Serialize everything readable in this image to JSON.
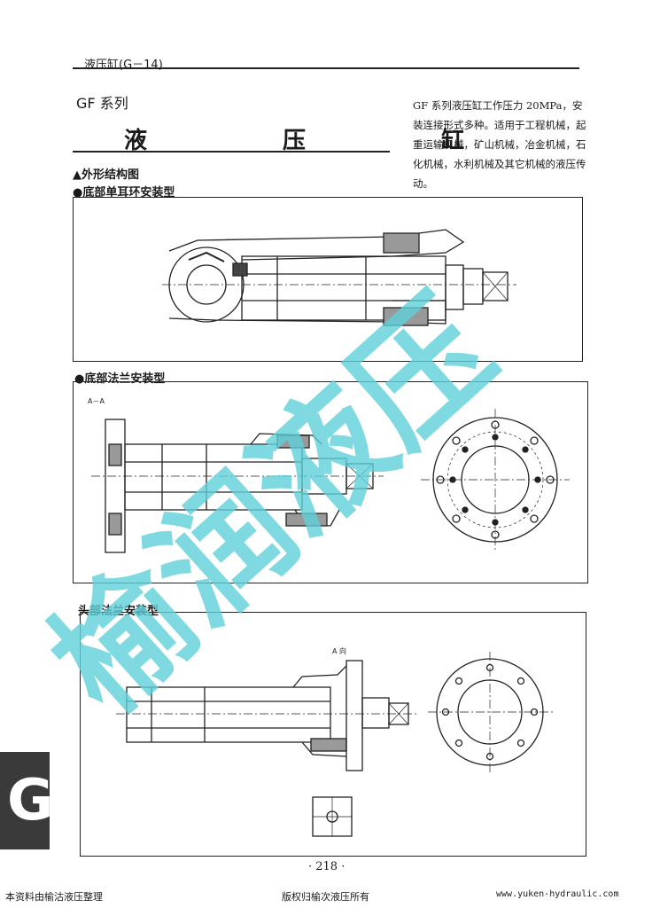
{
  "header": {
    "section_label": "液压缸(G－14)"
  },
  "series_label": "GF 系列",
  "title": "液 压 缸",
  "description": "GF 系列液压缸工作压力 20MPa，安装连接形式多种。适用于工程机械，起重运输机械，矿山机械，冶金机械，石化机械，水利机械及其它机械的液压传动。",
  "section_heading": "▲外形结构图",
  "figures": [
    {
      "caption": "●底部单耳环安装型"
    },
    {
      "caption": "●底部法兰安装型",
      "section_mark": "A－A"
    },
    {
      "caption": "头部法兰安装型",
      "view_mark": "A 向"
    }
  ],
  "page_number": "· 218 ·",
  "footer": {
    "left": "本资料由榆沽液压整理",
    "center": "版权归榆次液压所有",
    "right": "www.yuken-hydraulic.com"
  },
  "watermark": "榆润液压",
  "side_tab": "G",
  "colors": {
    "watermark": "#5fd0d8",
    "ink": "#1a1a1a",
    "tab": "#3a3a3a"
  }
}
